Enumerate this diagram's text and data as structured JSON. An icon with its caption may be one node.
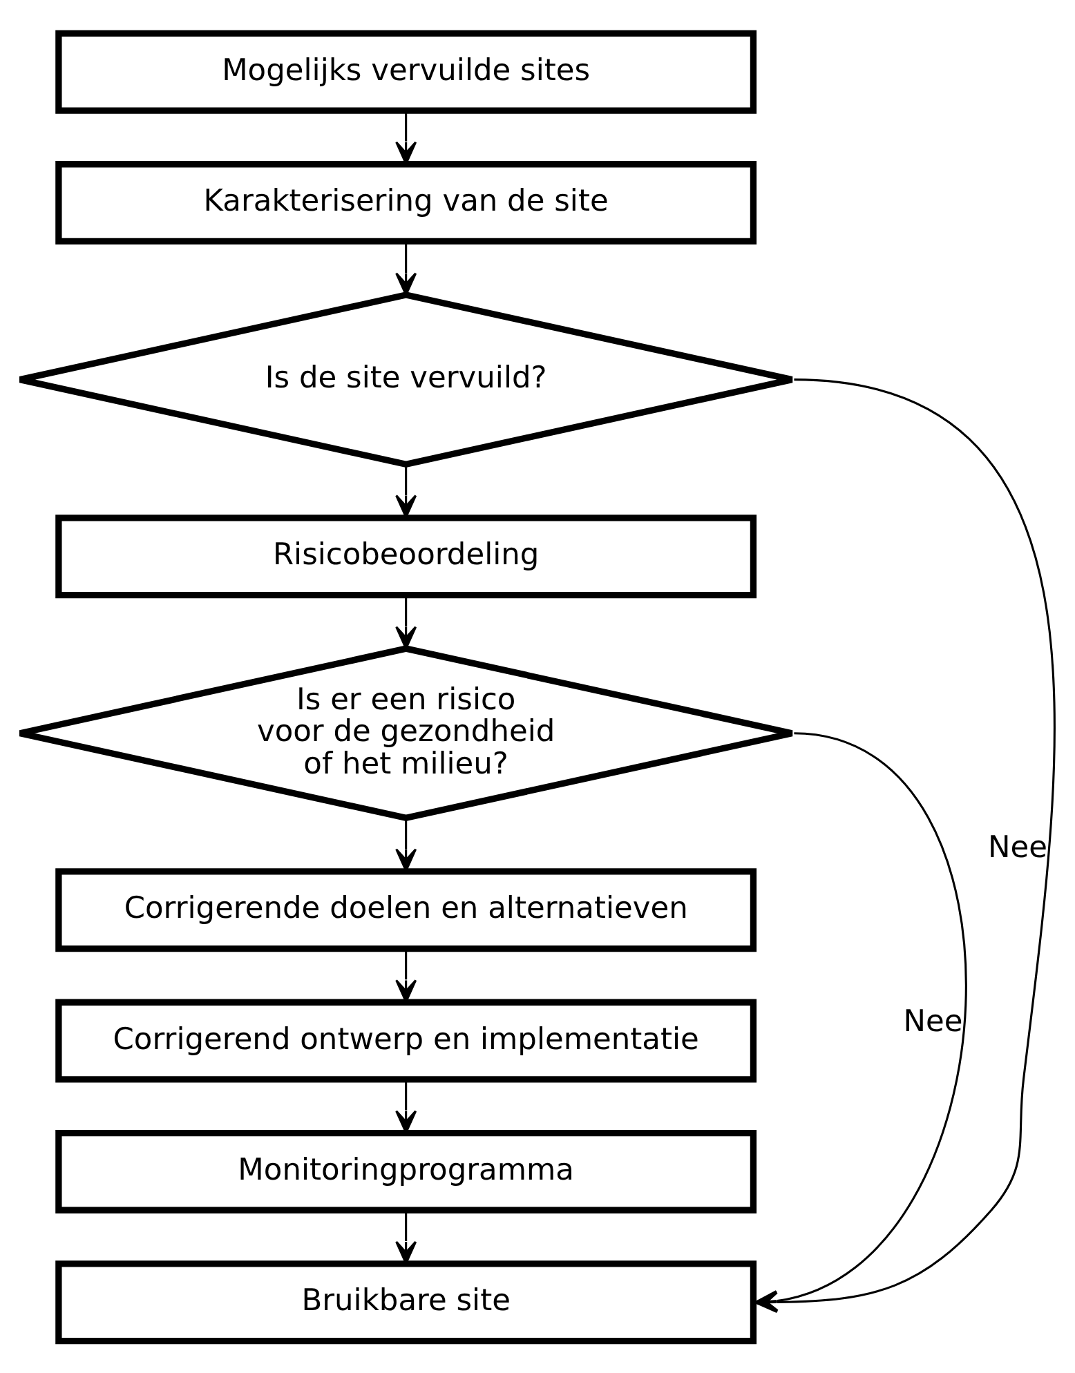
{
  "diagram": {
    "nodes": [
      {
        "text": [
          "Mogelijks vervuilde sites"
        ]
      },
      {
        "text": [
          "Karakterisering van de site"
        ]
      },
      {
        "text": [
          "Is de site vervuild?"
        ]
      },
      {
        "text": [
          "Risicobeoordeling"
        ]
      },
      {
        "text": [
          "Is er een risico voor de gezondheid of het milieu?"
        ]
      },
      {
        "text": [
          "Corrigerende doelen en alternatieven"
        ]
      },
      {
        "text": [
          "Corrigerend ontwerp en implementatie"
        ]
      },
      {
        "text": [
          "Monitoringprogramma"
        ]
      },
      {
        "text": [
          "Bruikbare site"
        ]
      }
    ],
    "edges": [
      {
        "from": 0,
        "to": 1,
        "arrow": "to"
      },
      {
        "from": 1,
        "to": 2,
        "arrow": "to"
      },
      {
        "from": 2,
        "to": 3,
        "arrow": "to"
      },
      {
        "from": 2,
        "to": 8,
        "arrow": "to",
        "label": "Nee"
      },
      {
        "from": 3,
        "to": 4,
        "arrow": "to"
      },
      {
        "from": 4,
        "to": 5,
        "arrow": "to"
      },
      {
        "from": 4,
        "to": 8,
        "arrow": "to",
        "label": "Nee"
      },
      {
        "from": 5,
        "to": 6,
        "arrow": "to"
      },
      {
        "from": 6,
        "to": 7,
        "arrow": "to"
      },
      {
        "from": 7,
        "to": 8,
        "arrow": "to"
      }
    ]
  }
}
